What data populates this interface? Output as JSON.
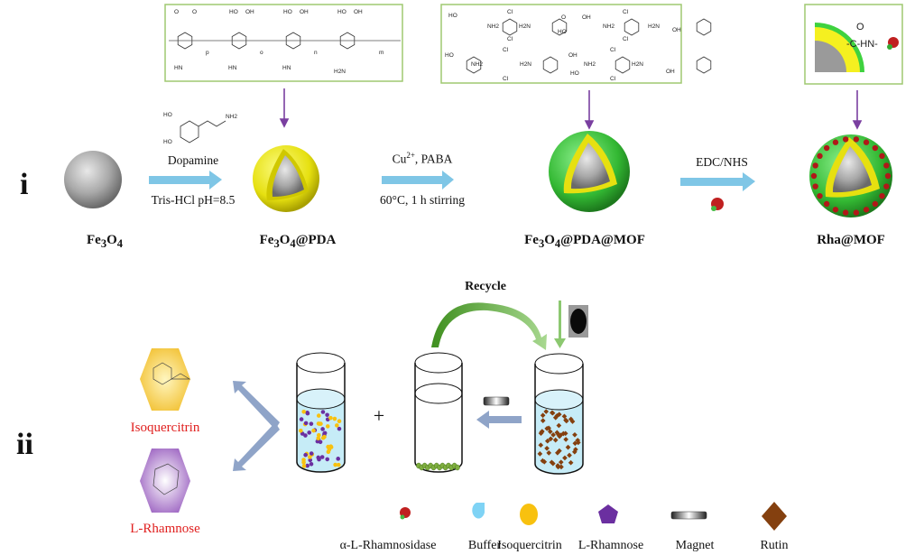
{
  "section_labels": {
    "i": "i",
    "ii": "ii"
  },
  "steps": {
    "fe3o4": {
      "label_main": "Fe",
      "sub1": "3",
      "mid": "O",
      "sub2": "4",
      "tail": ""
    },
    "pda": {
      "label_main": "Fe",
      "sub1": "3",
      "mid": "O",
      "sub2": "4",
      "tail": "@PDA"
    },
    "mof": {
      "label_main": "Fe",
      "sub1": "3",
      "mid": "O",
      "sub2": "4",
      "tail": "@PDA@MOF"
    },
    "rha": {
      "label": "Rha@MOF"
    }
  },
  "reactions": {
    "dopamine": {
      "top": "Dopamine",
      "bottom": "Tris-HCl pH=8.5",
      "struct_labels": [
        "HO",
        "HO",
        "NH2"
      ]
    },
    "mof": {
      "top_pre": "Cu",
      "top_sup": "2+",
      "top_post": ", PABA",
      "bottom": "60°C, 1 h stirring"
    },
    "edc": {
      "top": "EDC/NHS"
    }
  },
  "structure_boxes": {
    "pda": {
      "subscripts": [
        "p",
        "o",
        "n",
        "m"
      ],
      "atoms": [
        "O",
        "O",
        "HO",
        "OH",
        "HO",
        "OH",
        "HO",
        "OH",
        "HN",
        "HN",
        "HN",
        "H2N"
      ]
    },
    "mof": {
      "atoms": [
        "HO",
        "NH2",
        "Cl",
        "Cl",
        "H2N",
        "O",
        "HO",
        "OH",
        "NH2",
        "Cl",
        "Cl",
        "H2N",
        "OH",
        "HO",
        "NH2",
        "Cl",
        "Cl",
        "H2N",
        "OH",
        "HO",
        "NH2",
        "Cl",
        "Cl",
        "H2N",
        "OH"
      ]
    },
    "rha": {
      "carbonyl": "O",
      "linker": "-C-HN-"
    }
  },
  "products": {
    "isoquercitrin": "Isoquercitrin",
    "rhamnose": "L-Rhamnose"
  },
  "process": {
    "plus": "+",
    "recycle": "Recycle"
  },
  "legend": [
    {
      "icon": "enzyme-icon",
      "label": "α-L-Rhamnosidase"
    },
    {
      "icon": "droplet-icon",
      "label": "Buffer",
      "color": "#7fd3f5"
    },
    {
      "icon": "circle-icon",
      "label": "Isoquercitrin",
      "color": "#f8c10f"
    },
    {
      "icon": "pentagon-icon",
      "label": "L-Rhamnose",
      "color": "#6b2fa0"
    },
    {
      "icon": "magnet-icon",
      "label": "Magnet"
    },
    {
      "icon": "diamond-icon",
      "label": "Rutin",
      "color": "#84400f"
    }
  ],
  "colors": {
    "arrow": "#7fc6e6",
    "pda": "#e8e020",
    "mof": "#3fbf3f",
    "core": "#9a9a9a",
    "box_border": "#8fbf60",
    "purple_arrow": "#7a3fa0",
    "chevron": "#8fa4c8"
  }
}
